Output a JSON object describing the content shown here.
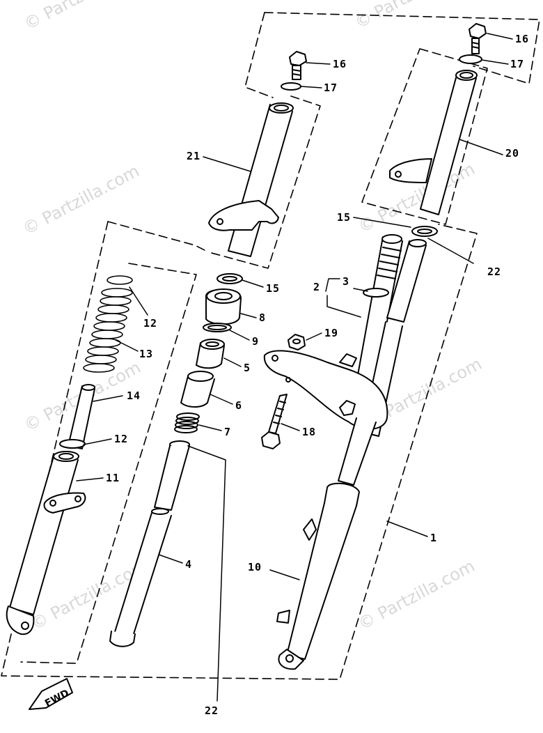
{
  "watermark": "© Partzilla.com",
  "direction_label": "FWD",
  "callouts": [
    "16",
    "17",
    "16",
    "17",
    "21",
    "20",
    "15",
    "22",
    "15",
    "8",
    "9",
    "5",
    "6",
    "7",
    "2",
    "3",
    "19",
    "18",
    "12",
    "13",
    "14",
    "12",
    "11",
    "4",
    "10",
    "1",
    "22"
  ],
  "colors": {
    "line": "#000000",
    "watermark": "#d8d8d8",
    "background": "#ffffff"
  }
}
